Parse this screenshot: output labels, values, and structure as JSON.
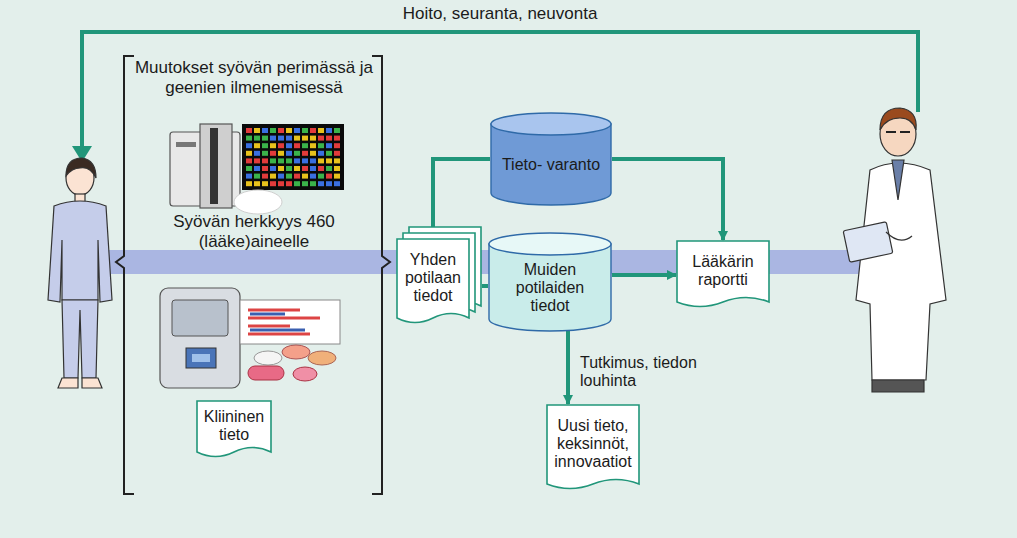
{
  "diagram": {
    "nodes": [
      {
        "text": [
          "Kliininen tieto"
        ]
      },
      {
        "text": [
          "Tieto- varanto"
        ]
      },
      {
        "text": [
          "Yhden potilaan tiedot"
        ]
      },
      {
        "text": [
          "Muiden potilaiden tiedot"
        ]
      },
      {
        "text": [
          "Lääkärin raportti"
        ]
      },
      {
        "text": [
          "Uusi tieto, keksinnöt, innovaatiot"
        ]
      }
    ],
    "edges": [
      {
        "from": 2,
        "to": 1,
        "arrow": "none"
      },
      {
        "from": 1,
        "to": 4,
        "arrow": "to"
      },
      {
        "from": 2,
        "to": 3,
        "arrow": "none"
      },
      {
        "from": 3,
        "to": 4,
        "arrow": "to"
      },
      {
        "from": 3,
        "to": 5,
        "label": "Tutkimus, tiedon louhinta",
        "arrow": "to"
      }
    ],
    "labels": [
      "Hoito, seuranta, neuvonta",
      "Muutokset syövän perimässä ja geenien ilmenemisessä",
      "Syövän herkkyys 460 (lääke)aineelle"
    ]
  }
}
